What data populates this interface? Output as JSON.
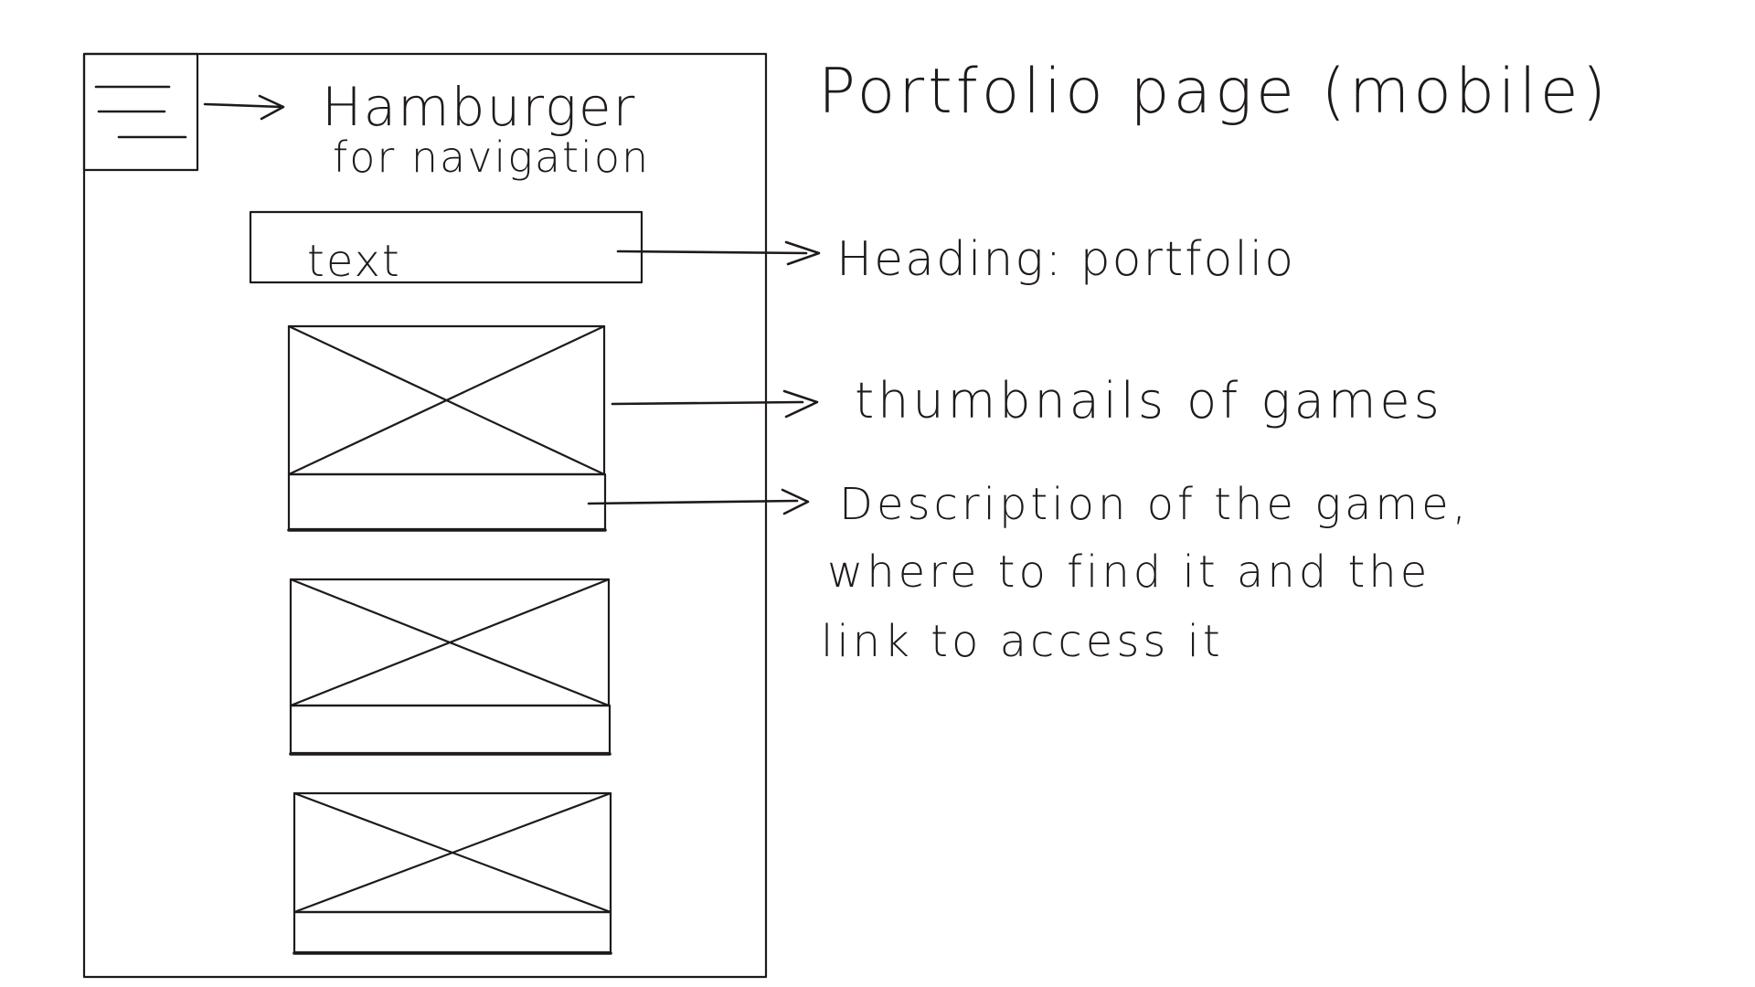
{
  "title": "Portfolio page (mobile)",
  "wireframe": {
    "text_placeholder": "text",
    "thumbnail_count": 3
  },
  "annotations": {
    "hamburger": [
      "Hamburger",
      "for navigation"
    ],
    "heading": "Heading: portfolio",
    "thumbnails": "thumbnails of games",
    "description": [
      "Description of the game,",
      "where to find it and the",
      "link to access it"
    ]
  },
  "colors": {
    "ink": "#1f1a1a",
    "background": "#ffffff"
  }
}
